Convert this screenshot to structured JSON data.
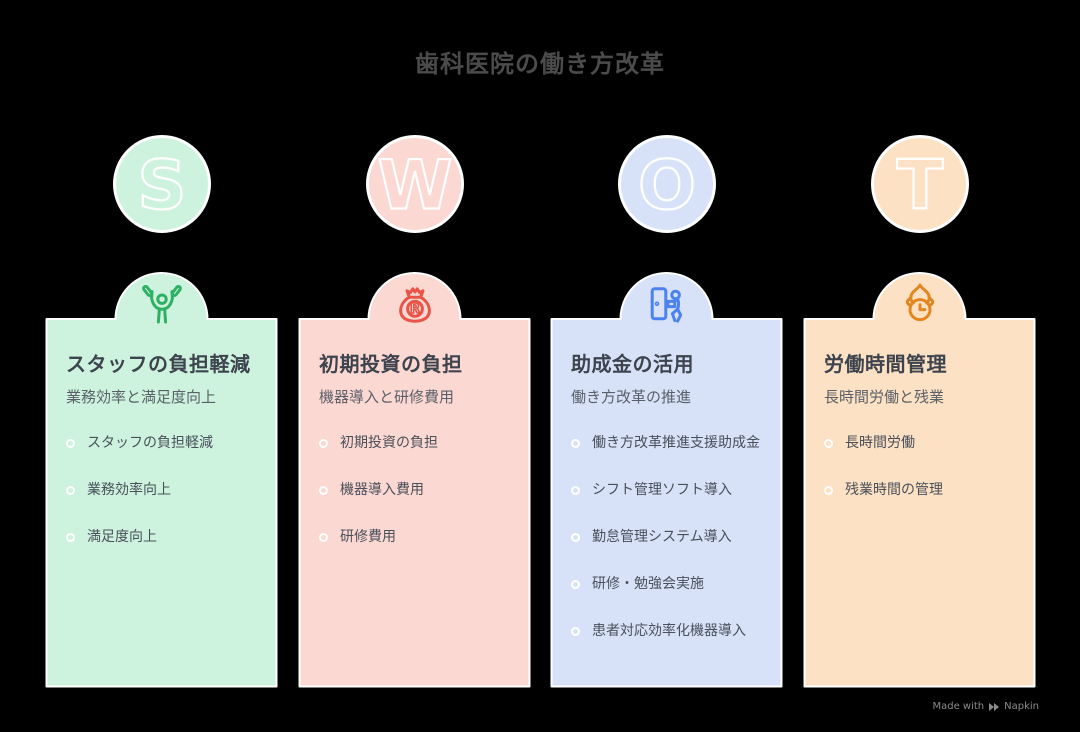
{
  "title": "歯科医院の働き方改革",
  "watermark": {
    "prefix": "Made with",
    "brand": "Napkin"
  },
  "columns": [
    {
      "letter": "S",
      "icon": "weightlifter-icon",
      "fill": "#cdf3de",
      "accent": "#2fb165",
      "title": "スタッフの負担軽減",
      "subtitle": "業務効率と満足度向上",
      "items": [
        "スタッフの負担軽減",
        "業務効率向上",
        "満足度向上"
      ]
    },
    {
      "letter": "W",
      "icon": "money-bag-icon",
      "fill": "#fcd8d3",
      "accent": "#e75549",
      "title": "初期投資の負担",
      "subtitle": "機器導入と研修費用",
      "items": [
        "初期投資の負担",
        "機器導入費用",
        "研修費用"
      ]
    },
    {
      "letter": "O",
      "icon": "door-exit-icon",
      "fill": "#d7e2f8",
      "accent": "#4b82f0",
      "title": "助成金の活用",
      "subtitle": "働き方改革の推進",
      "items": [
        "働き方改革推進支援助成金",
        "シフト管理ソフト導入",
        "勤怠管理システム導入",
        "研修・勉強会実施",
        "患者対応効率化機器導入"
      ]
    },
    {
      "letter": "T",
      "icon": "burning-clock-icon",
      "fill": "#fce1c4",
      "accent": "#e2861f",
      "title": "労働時間管理",
      "subtitle": "長時間労働と残業",
      "items": [
        "長時間労働",
        "残業時間の管理"
      ]
    }
  ]
}
